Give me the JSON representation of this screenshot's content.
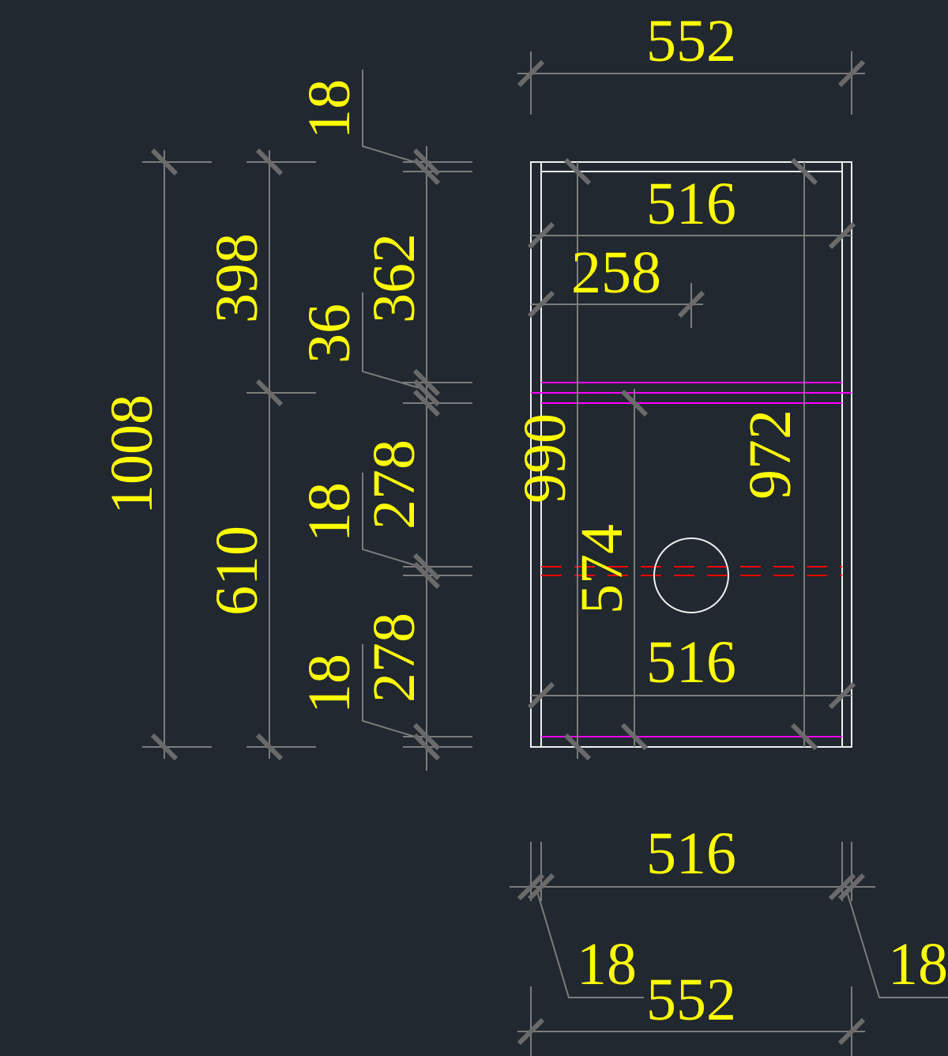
{
  "colors": {
    "background": "#212830",
    "dimension_text": "#ffff00",
    "dimension_line": "#7c7c7c",
    "outline": "#f0f0f0",
    "shelf": "#ff00ff",
    "hidden_line": "#ff0000"
  },
  "dimensions": {
    "overall_height": "1008",
    "upper_section": "398",
    "lower_section": "610",
    "top_panel_thickness": "18",
    "shelf_gap": "36",
    "middle_panel_thickness": "18",
    "bottom_panel_thickness": "18",
    "upper_opening": "362",
    "middle_opening": "278",
    "lower_opening": "278",
    "top_width": "552",
    "inner_width_top": "516",
    "half_width": "258",
    "inner_width_bottom": "516",
    "side_height": "990",
    "divider_height": "574",
    "inner_height": "972",
    "plan_inner_width": "516",
    "plan_left_side": "18",
    "plan_overall_width": "552",
    "plan_right_side": "18"
  }
}
